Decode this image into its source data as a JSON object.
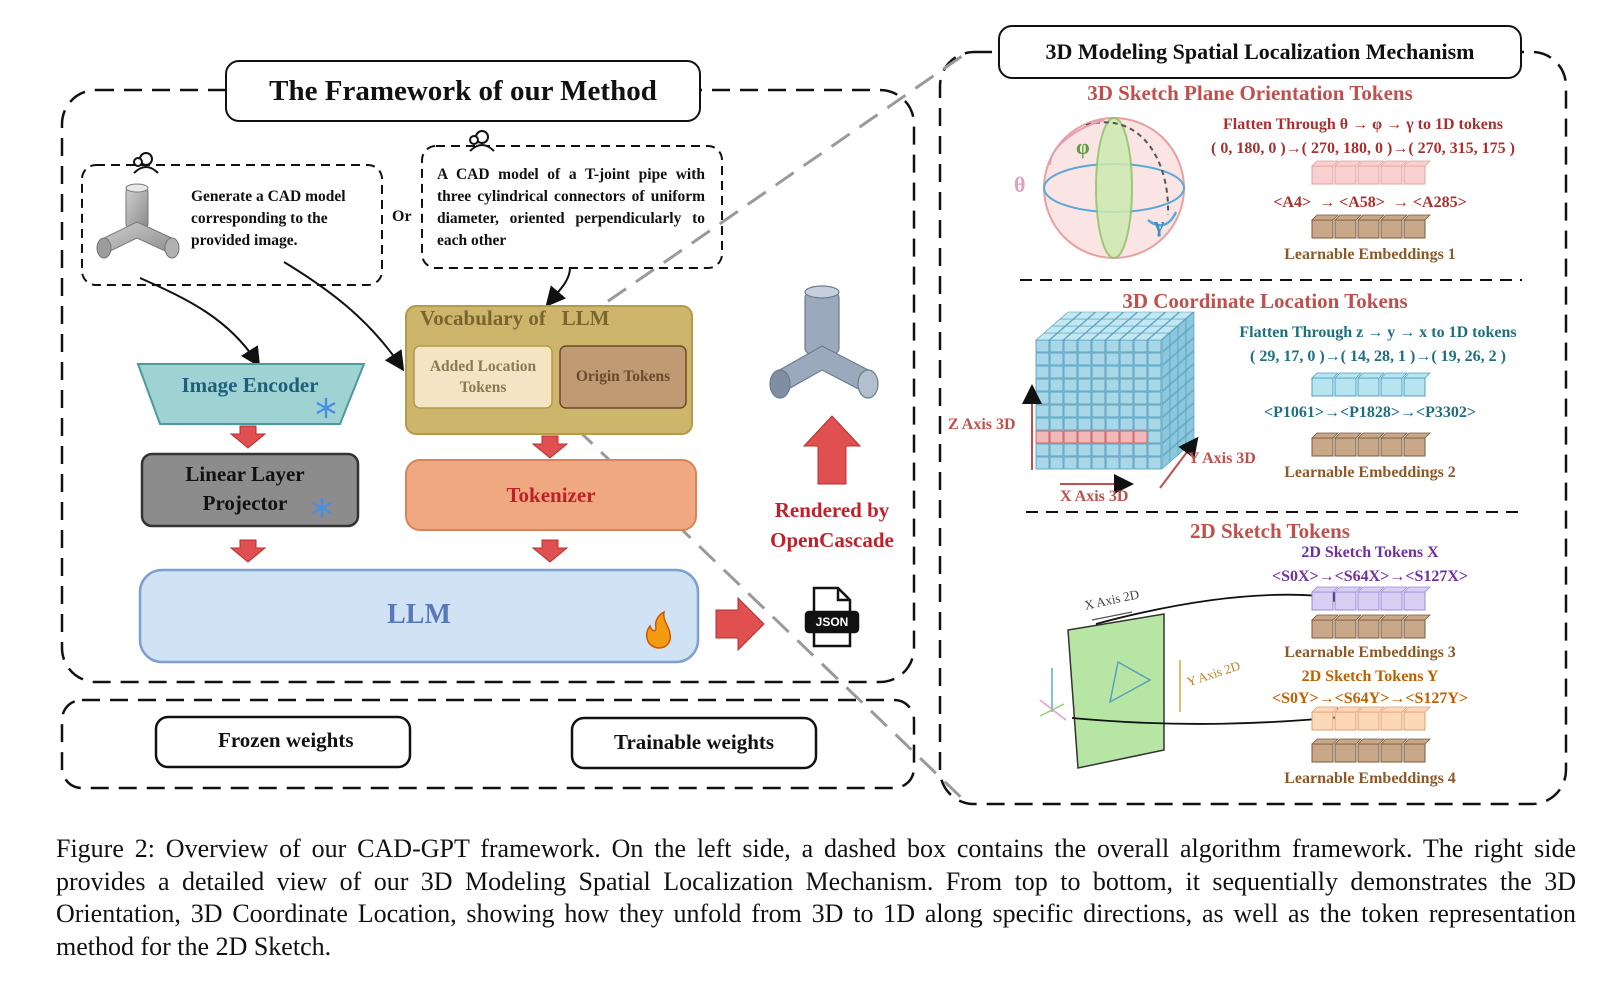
{
  "left_panel": {
    "title": "The Framework of our Method",
    "prompt_image_text": "Generate a CAD model corresponding to the provided image.",
    "or_label": "Or",
    "prompt_text_text": "A CAD model of a T-joint pipe with three cylindrical connectors of uniform diameter, oriented perpendicularly to each other",
    "image_encoder": "Image Encoder",
    "linear_projector": "Linear Layer Projector",
    "vocabulary_title": "Vocabulary of   LLM",
    "added_location_tokens": "Added Location Tokens",
    "origin_tokens": "Origin Tokens",
    "tokenizer": "Tokenizer",
    "llm": "LLM",
    "rendered_by": "Rendered by OpenCascade",
    "json_label": "JSON"
  },
  "legend": {
    "frozen": "Frozen weights",
    "trainable": "Trainable weights"
  },
  "right_panel": {
    "title": "3D Modeling Spatial Localization Mechanism",
    "orientation": {
      "heading": "3D Sketch Plane Orientation Tokens",
      "flatten": "Flatten Through θ → φ → γ to 1D tokens",
      "sequence": "( 0, 180, 0 )→( 270, 180, 0 )→( 270, 315, 175 )",
      "tokens": "<A4>  → <A58>  → <A285>",
      "embeddings": "Learnable Embeddings 1",
      "theta": "θ",
      "phi": "φ",
      "gamma": "γ"
    },
    "coordinate": {
      "heading": "3D Coordinate Location Tokens",
      "flatten": "Flatten Through z → y → x to 1D tokens",
      "sequence": "( 29, 17, 0 )→( 14, 28, 1 )→( 19, 26, 2 )",
      "tokens": "<P1061>→<P1828>→<P3302>",
      "embeddings": "Learnable Embeddings 2",
      "z_axis": "Z Axis 3D",
      "y_axis": "Y Axis 3D",
      "x_axis": "X Axis 3D"
    },
    "sketch": {
      "heading": "2D Sketch Tokens",
      "x_title": "2D Sketch Tokens X",
      "x_tokens": "<S0X>→<S64X>→<S127X>",
      "embeddings3": "Learnable Embeddings 3",
      "y_title": "2D Sketch Tokens Y",
      "y_tokens": "<S0Y>→<S64Y>→<S127Y>",
      "embeddings4": "Learnable Embeddings 4",
      "x_axis": "X Axis 2D",
      "y_axis": "Y Axis 2D"
    }
  },
  "caption": "Figure 2: Overview of our CAD-GPT framework. On the left side, a dashed box contains the overall algorithm framework. The right side provides a detailed view of our 3D Modeling Spatial Localization Mechanism. From top to bottom, it sequentially demonstrates the 3D Orientation, 3D Coordinate Location, showing how they unfold from 3D to 1D along specific directions, as well as the token representation method for the 2D Sketch.",
  "colors": {
    "image_encoder": "#9fd3d3",
    "linear_projector": "#8c8c8c",
    "vocabulary": "#cdb56b",
    "added_tokens": "#f3e5c4",
    "origin_tokens": "#c09a73",
    "tokenizer": "#f0a880",
    "llm": "#cfe3f4",
    "red_arrow": "#e05050",
    "heading_red": "#c0504d",
    "teal_text": "#1f6f7f",
    "purple_text": "#7030a0",
    "orange_text": "#c06000",
    "brown_text": "#8b5a2b"
  }
}
